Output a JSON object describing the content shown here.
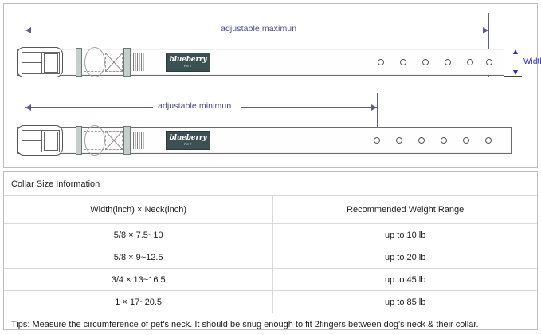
{
  "diagram": {
    "max_label": "adjustable maximun",
    "min_label": "adjustable minimun",
    "width_label": "Width",
    "logo": {
      "brand": "blueberry",
      "sub": "PET"
    },
    "top_strap": {
      "holes": 6
    },
    "bottom_strap": {
      "holes": 6
    },
    "colors": {
      "dimension_line": "#5b5b96",
      "width_arrow": "#2b2bbd",
      "logo_patch": "#3c4f52",
      "hardware": "#c4cfcb",
      "strap_outline": "#6a6a6a",
      "panel_border": "#bdbdbd"
    }
  },
  "table": {
    "title": "Collar Size Information",
    "headers": [
      "Width(inch)  ×  Neck(inch)",
      "Recommended Weight Range"
    ],
    "rows": [
      [
        "5/8 × 7.5~10",
        "up to 10 lb"
      ],
      [
        "5/8 × 9~12.5",
        "up to 20 lb"
      ],
      [
        "3/4 × 13~16.5",
        "up to 45 lb"
      ],
      [
        "1 × 17~20.5",
        "up to 85 lb"
      ]
    ],
    "tips": "Tips: Measure the circumference of pet's neck. It should be snug enough to fit 2fingers between dog's neck & their collar."
  }
}
